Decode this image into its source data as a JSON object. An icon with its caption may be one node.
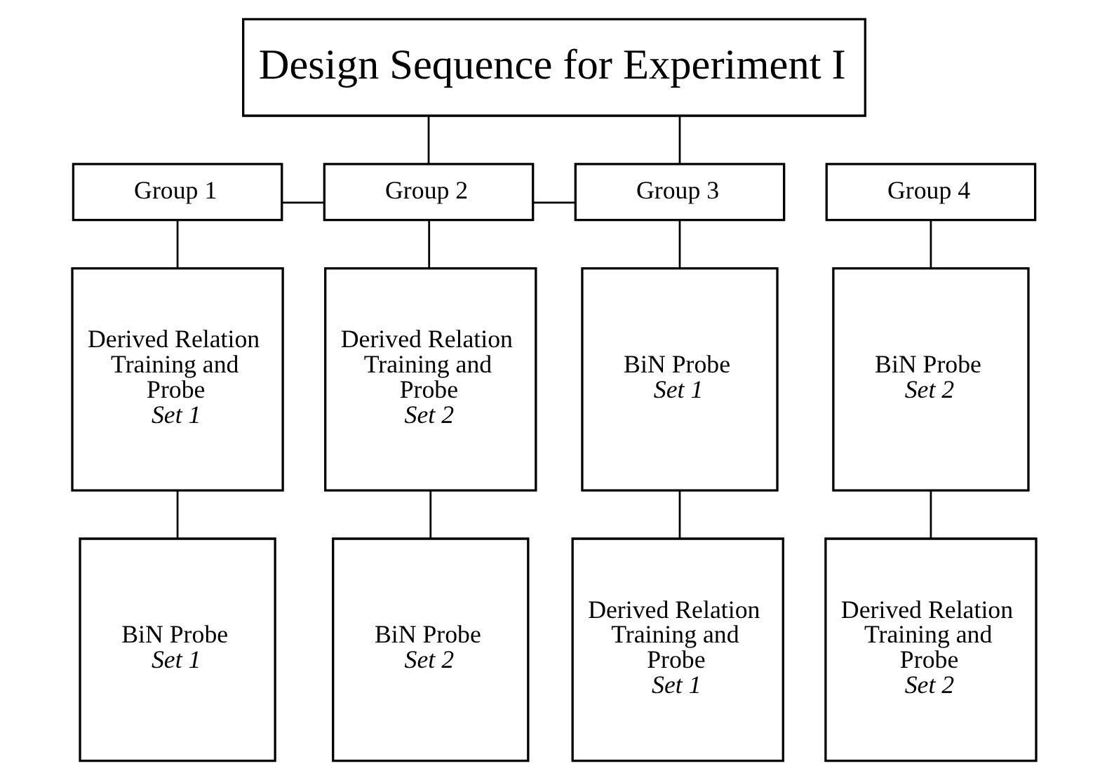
{
  "diagram": {
    "nodes": [
      {
        "text": [
          "Design Sequence for Experiment I"
        ]
      },
      {
        "text": [
          "Group 1"
        ]
      },
      {
        "text": [
          "Group 2"
        ]
      },
      {
        "text": [
          "Group 3"
        ]
      },
      {
        "text": [
          "Group 4"
        ]
      },
      {
        "text": [
          "Derived Relation Training and Probe",
          "Set 1"
        ]
      },
      {
        "text": [
          "BiN Probe",
          "Set 1"
        ]
      },
      {
        "text": [
          "Derived Relation Training and Probe",
          "Set 2"
        ]
      },
      {
        "text": [
          "BiN Probe",
          "Set 2"
        ]
      },
      {
        "text": [
          "BiN Probe",
          "Set 1"
        ]
      },
      {
        "text": [
          "Derived Relation Training and Probe",
          "Set 1"
        ]
      },
      {
        "text": [
          "BiN Probe",
          "Set 2"
        ]
      },
      {
        "text": [
          "Derived Relation Training and Probe",
          "Set 2"
        ]
      }
    ],
    "edges": [
      {
        "from": 1,
        "to": 2,
        "arrow": "none"
      },
      {
        "from": 2,
        "to": 3,
        "arrow": "none"
      },
      {
        "from": 0,
        "to": 2,
        "arrow": "none"
      },
      {
        "from": 0,
        "to": 3,
        "arrow": "none"
      },
      {
        "from": 1,
        "to": 5,
        "arrow": "none"
      },
      {
        "from": 5,
        "to": 6,
        "arrow": "none"
      },
      {
        "from": 2,
        "to": 7,
        "arrow": "none"
      },
      {
        "from": 7,
        "to": 8,
        "arrow": "none"
      },
      {
        "from": 3,
        "to": 9,
        "arrow": "none"
      },
      {
        "from": 9,
        "to": 10,
        "arrow": "none"
      },
      {
        "from": 4,
        "to": 11,
        "arrow": "none"
      },
      {
        "from": 11,
        "to": 12,
        "arrow": "none"
      }
    ]
  }
}
